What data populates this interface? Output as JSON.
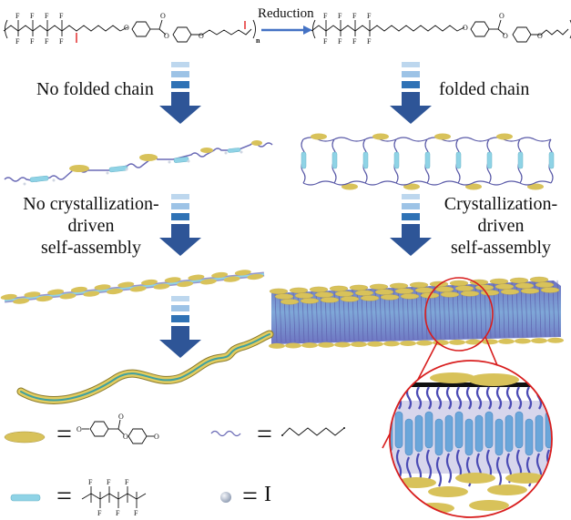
{
  "reaction": {
    "arrow_label": "Reduction",
    "repeat_subscript": "n",
    "fluorine_label": "F",
    "oxygen_label": "O",
    "iodine_label": "I"
  },
  "left_path": {
    "step1_label": "No folded chain",
    "step2_label_lines": [
      "No crystallization-",
      "driven",
      "self-assembly"
    ]
  },
  "right_path": {
    "step1_label": "folded chain",
    "step2_label_lines": [
      "Crystallization-",
      "driven",
      "self-assembly"
    ]
  },
  "legend": {
    "equals": "=",
    "ellipsoid_meaning": "biphenyl ester mesogen (O-Ph-COO-Ph-O)",
    "wave_meaning": "hexamethylene spacer",
    "rod_meaning": "perfluorinated segment",
    "sphere_meaning": "I",
    "sphere_label": "I"
  },
  "colors": {
    "arrow_dark": "#2e5597",
    "arrow_mid": "#2f72b5",
    "arrow_light": "#9dc3e6",
    "arrow_lightest": "#bdd7ee",
    "mesogen_gold": "#d8c25a",
    "fluoro_rod": "#8fd3e6",
    "spacer_purple": "#5a5aa8",
    "iodine_red": "#e02020",
    "zoom_circle": "#d81e1e"
  }
}
